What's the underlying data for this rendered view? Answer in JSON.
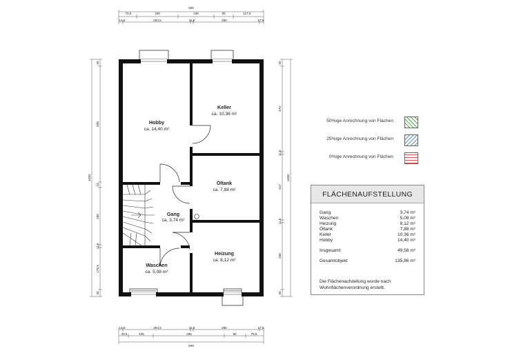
{
  "rooms": {
    "hobby": {
      "name": "Hobby",
      "area": "ca. 14,40 m²"
    },
    "keller": {
      "name": "Keller",
      "area": "ca. 10,36 m²"
    },
    "oeltank": {
      "name": "Öltank",
      "area": "ca. 7,88 m²"
    },
    "gang": {
      "name": "Gang",
      "area": "ca. 3,74 m²"
    },
    "waschen": {
      "name": "Waschen",
      "area": "ca. 5,08 m²"
    },
    "heizung": {
      "name": "Heizung",
      "area": "ca. 8,12 m²"
    }
  },
  "dimensions": {
    "top_total": "608",
    "top_row1": [
      "75,5",
      "160",
      "165",
      "90",
      "117,5"
    ],
    "top_row2": [
      "14,5",
      "284,5",
      "11,5",
      "280",
      "17,5"
    ],
    "bottom_row1": [
      "14,5",
      "284,5",
      "11,5",
      "280",
      "17,5"
    ],
    "bottom_row2": [
      "39,5",
      "105",
      "295",
      "90",
      "78,5"
    ],
    "bottom_total": "608",
    "left_total": "1030",
    "left": [
      "30",
      "506",
      "24",
      "250",
      "11,5",
      "178,5",
      "30"
    ],
    "right_total": "1030",
    "right": [
      "30",
      "370",
      "11,5",
      "317",
      "11,5",
      "260",
      "30"
    ]
  },
  "legend": [
    {
      "label": "50%ige Anrechnung von Flächen",
      "color": "#4caf50"
    },
    {
      "label": "25%ige Anrechnung von Flächen",
      "color": "#5b8fd6"
    },
    {
      "label": "0%ige Anrechnung von Flächen",
      "color": "#d9534f"
    }
  ],
  "summary": {
    "title": "FLÄCHENAUFSTELLUNG",
    "rows": [
      {
        "label": "Gang",
        "value": "3,74 m²"
      },
      {
        "label": "Waschen",
        "value": "5,08 m²"
      },
      {
        "label": "Heizung",
        "value": "8,12 m²"
      },
      {
        "label": "Öltank",
        "value": "7,88 m²"
      },
      {
        "label": "Keller",
        "value": "10,36 m²"
      },
      {
        "label": "Hobby",
        "value": "14,40 m²"
      }
    ],
    "total_label": "Insgesamt",
    "total_value": "49,58 m²",
    "object_label": "Gesamtobjekt",
    "object_value": "135,86 m²",
    "note": "Die Flächenaufstellung wurde nach Wohnflächenverordnung erstellt."
  }
}
